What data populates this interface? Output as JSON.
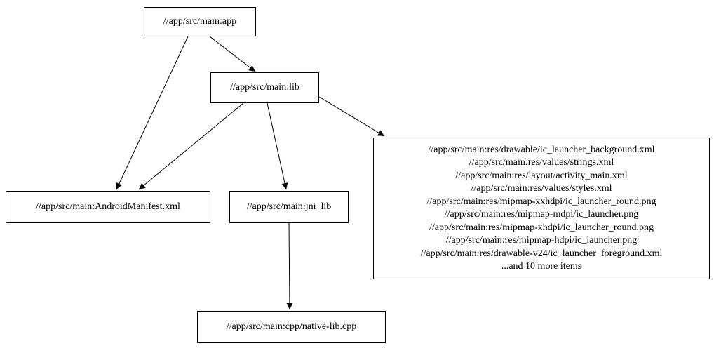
{
  "diagram": {
    "colors": {
      "background": "#ffffff",
      "node_border": "#000000",
      "edge": "#000000",
      "text": "#000000"
    },
    "nodes": {
      "app": {
        "label": "//app/src/main:app"
      },
      "lib": {
        "label": "//app/src/main:lib"
      },
      "manifest": {
        "label": "//app/src/main:AndroidManifest.xml"
      },
      "jni_lib": {
        "label": "//app/src/main:jni_lib"
      },
      "cpp": {
        "label": "//app/src/main:cpp/native-lib.cpp"
      },
      "res": {
        "lines": [
          "//app/src/main:res/drawable/ic_launcher_background.xml",
          "//app/src/main:res/values/strings.xml",
          "//app/src/main:res/layout/activity_main.xml",
          "//app/src/main:res/values/styles.xml",
          "//app/src/main:res/mipmap-xxhdpi/ic_launcher_round.png",
          "//app/src/main:res/mipmap-mdpi/ic_launcher.png",
          "//app/src/main:res/mipmap-xhdpi/ic_launcher_round.png",
          "//app/src/main:res/mipmap-hdpi/ic_launcher.png",
          "//app/src/main:res/drawable-v24/ic_launcher_foreground.xml",
          "...and 10 more items"
        ]
      }
    },
    "edges": [
      {
        "from": "app",
        "to": "lib"
      },
      {
        "from": "app",
        "to": "manifest"
      },
      {
        "from": "lib",
        "to": "manifest"
      },
      {
        "from": "lib",
        "to": "jni_lib"
      },
      {
        "from": "lib",
        "to": "res"
      },
      {
        "from": "jni_lib",
        "to": "cpp"
      }
    ]
  }
}
